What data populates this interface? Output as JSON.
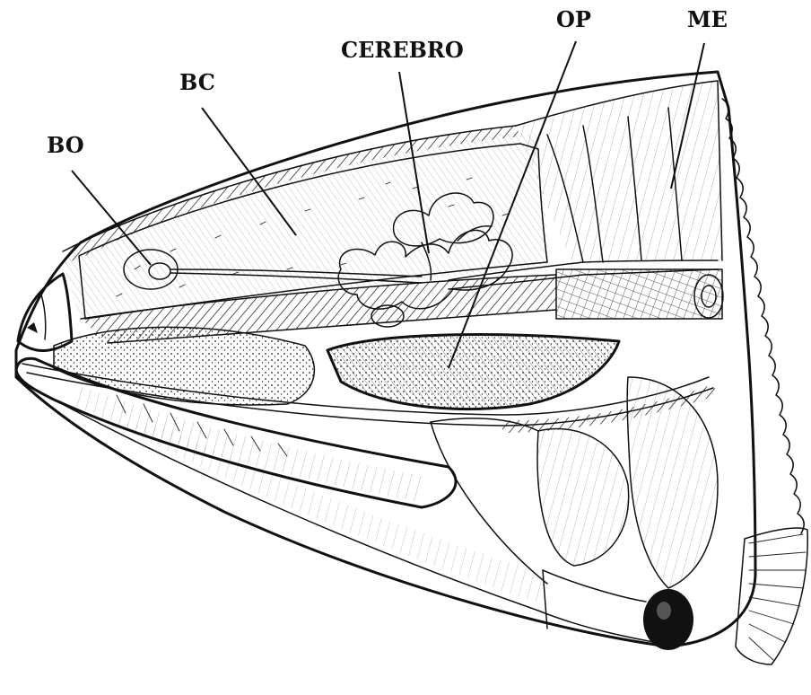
{
  "labels": {
    "bo": "BO",
    "bc": "BC",
    "cerebro": "CEREBRO",
    "op": "OP",
    "me": "ME"
  },
  "colors": {
    "ink": "#111111",
    "background": "#ffffff"
  }
}
